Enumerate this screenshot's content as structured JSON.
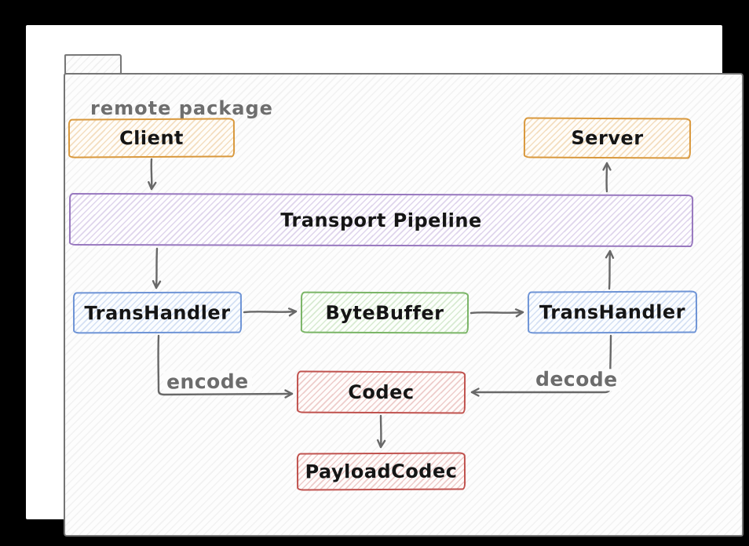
{
  "diagram": {
    "package_label": "remote package",
    "nodes": [
      {
        "id": "client",
        "label": "Client",
        "stroke": "#d9983c"
      },
      {
        "id": "server",
        "label": "Server",
        "stroke": "#d9983c"
      },
      {
        "id": "transport-pipeline",
        "label": "Transport Pipeline",
        "stroke": "#9878bf"
      },
      {
        "id": "trans-handler-left",
        "label": "TransHandler",
        "stroke": "#6e94d6"
      },
      {
        "id": "byte-buffer",
        "label": "ByteBuffer",
        "stroke": "#7ab566"
      },
      {
        "id": "trans-handler-right",
        "label": "TransHandler",
        "stroke": "#6e94d6"
      },
      {
        "id": "codec",
        "label": "Codec",
        "stroke": "#c0524e"
      },
      {
        "id": "payload-codec",
        "label": "PayloadCodec",
        "stroke": "#c0524e"
      }
    ],
    "edges": [
      {
        "from": "client",
        "to": "transport-pipeline",
        "label": ""
      },
      {
        "from": "transport-pipeline",
        "to": "trans-handler-left",
        "label": ""
      },
      {
        "from": "trans-handler-left",
        "to": "byte-buffer",
        "label": ""
      },
      {
        "from": "byte-buffer",
        "to": "trans-handler-right",
        "label": ""
      },
      {
        "from": "trans-handler-right",
        "to": "transport-pipeline",
        "label": ""
      },
      {
        "from": "transport-pipeline",
        "to": "server",
        "label": ""
      },
      {
        "from": "trans-handler-left",
        "to": "codec",
        "label": "encode"
      },
      {
        "from": "trans-handler-right",
        "to": "codec",
        "label": "decode"
      },
      {
        "from": "codec",
        "to": "payload-codec",
        "label": ""
      }
    ],
    "colors": {
      "package_stroke": "#757575",
      "arrow": "#686868",
      "label_text": "#6c6c6c",
      "node_text": "#151515",
      "canvas_bg": "#ffffff",
      "frame_bg": "#000000"
    }
  }
}
